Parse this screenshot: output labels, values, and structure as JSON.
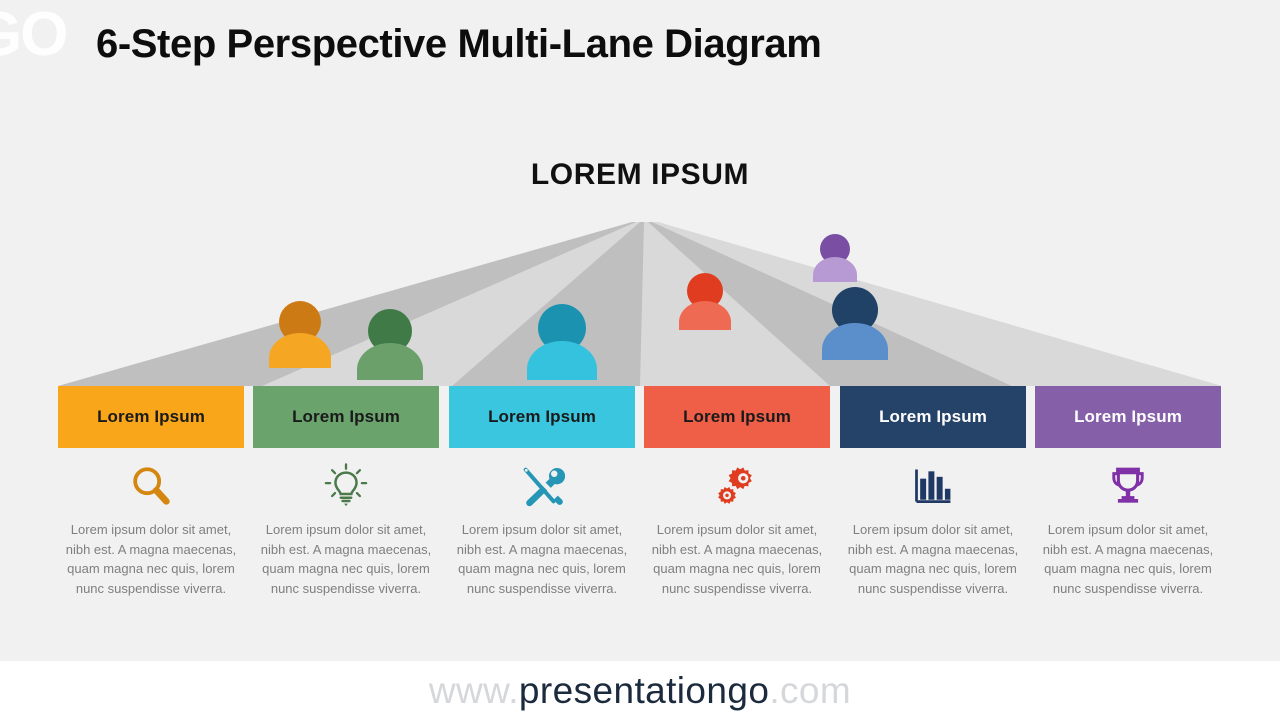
{
  "branding": {
    "watermark_logo_text": "GO",
    "footer_url_prefix": "www.",
    "footer_url_main": "presentationgo",
    "footer_url_suffix": ".com"
  },
  "header": {
    "title": "6-Step Perspective Multi-Lane Diagram",
    "subtitle": "LOREM IPSUM"
  },
  "colors": {
    "page_background": "#f1f1f1",
    "footer_background": "#ffffff",
    "lane_light": "#d9d9d9",
    "lane_dark": "#bfbfbf",
    "lane_gap": "#eeeeee",
    "body_text": "#7f7f7f",
    "title_text": "#0d0d0d",
    "url_main": "#1b2a3d",
    "url_dim": "#d5d7da"
  },
  "shared": {
    "description": "Lorem ipsum dolor sit amet, nibh est. A magna maecenas, quam magna nec quis, lorem nunc suspendisse viverra."
  },
  "steps": [
    {
      "index": 1,
      "label": "Lorem Ipsum",
      "bar_color": "#faa61a",
      "label_color": "#1a1a1a",
      "icon_name": "magnifier-icon",
      "icon_color": "#d4860f",
      "person": {
        "head_color": "#cc7a14",
        "body_color": "#f5a623"
      },
      "description": "Lorem ipsum dolor sit amet, nibh est. A magna maecenas, quam magna nec quis, lorem nunc suspendisse viverra."
    },
    {
      "index": 2,
      "label": "Lorem Ipsum",
      "bar_color": "#6ba36d",
      "label_color": "#1a1a1a",
      "icon_name": "lightbulb-icon",
      "icon_color": "#4a7a4a",
      "person": {
        "head_color": "#3f7a47",
        "body_color": "#6ba06b"
      },
      "description": "Lorem ipsum dolor sit amet, nibh est. A magna maecenas, quam magna nec quis, lorem nunc suspendisse viverra."
    },
    {
      "index": 3,
      "label": "Lorem Ipsum",
      "bar_color": "#3bc6e0",
      "label_color": "#1a1a1a",
      "icon_name": "tools-icon",
      "icon_color": "#2596b5",
      "person": {
        "head_color": "#1b93b0",
        "body_color": "#35c2de"
      },
      "description": "Lorem ipsum dolor sit amet, nibh est. A magna maecenas, quam magna nec quis, lorem nunc suspendisse viverra."
    },
    {
      "index": 4,
      "label": "Lorem Ipsum",
      "bar_color": "#ef5f48",
      "label_color": "#1a1a1a",
      "icon_name": "gears-icon",
      "icon_color": "#e03c1f",
      "person": {
        "head_color": "#e03c1f",
        "body_color": "#ef6a52"
      },
      "description": "Lorem ipsum dolor sit amet, nibh est. A magna maecenas, quam magna nec quis, lorem nunc suspendisse viverra."
    },
    {
      "index": 5,
      "label": "Lorem Ipsum",
      "bar_color": "#254269",
      "label_color": "#ffffff",
      "icon_name": "bar-chart-icon",
      "icon_color": "#1f3864",
      "person": {
        "head_color": "#1f4266",
        "body_color": "#5b8fcc"
      },
      "description": "Lorem ipsum dolor sit amet, nibh est. A magna maecenas, quam magna nec quis, lorem nunc suspendisse viverra."
    },
    {
      "index": 6,
      "label": "Lorem Ipsum",
      "bar_color": "#8560a8",
      "label_color": "#ffffff",
      "icon_name": "trophy-icon",
      "icon_color": "#8031a7",
      "person": {
        "head_color": "#7a4fa3",
        "body_color": "#b79ad4"
      },
      "description": "Lorem ipsum dolor sit amet, nibh est. A magna maecenas, quam magna nec quis, lorem nunc suspendisse viverra."
    }
  ]
}
